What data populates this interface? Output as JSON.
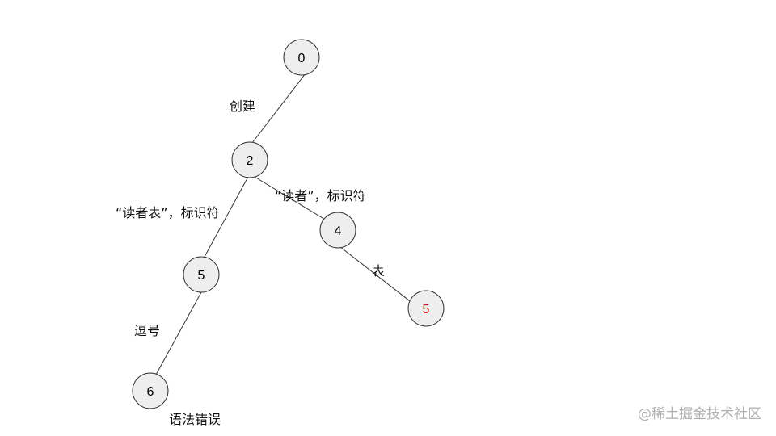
{
  "diagram": {
    "nodes": [
      {
        "id": "n0",
        "label": "0",
        "color": "#000000"
      },
      {
        "id": "n2",
        "label": "2",
        "color": "#000000"
      },
      {
        "id": "n4",
        "label": "4",
        "color": "#000000"
      },
      {
        "id": "n5a",
        "label": "5",
        "color": "#000000"
      },
      {
        "id": "n5b",
        "label": "5",
        "color": "#d71a1a"
      },
      {
        "id": "n6",
        "label": "6",
        "color": "#000000"
      }
    ],
    "edges": [
      {
        "from": "n0",
        "to": "n2",
        "label": "创建"
      },
      {
        "from": "n2",
        "to": "n4",
        "label": "“读者”，标识符"
      },
      {
        "from": "n2",
        "to": "n5a",
        "label": "“读者表”，标识符"
      },
      {
        "from": "n4",
        "to": "n5b",
        "label": "表"
      },
      {
        "from": "n5a",
        "to": "n6",
        "label": "逗号"
      }
    ],
    "annotation": "语法错误"
  },
  "watermark": "@稀土掘金技术社区"
}
